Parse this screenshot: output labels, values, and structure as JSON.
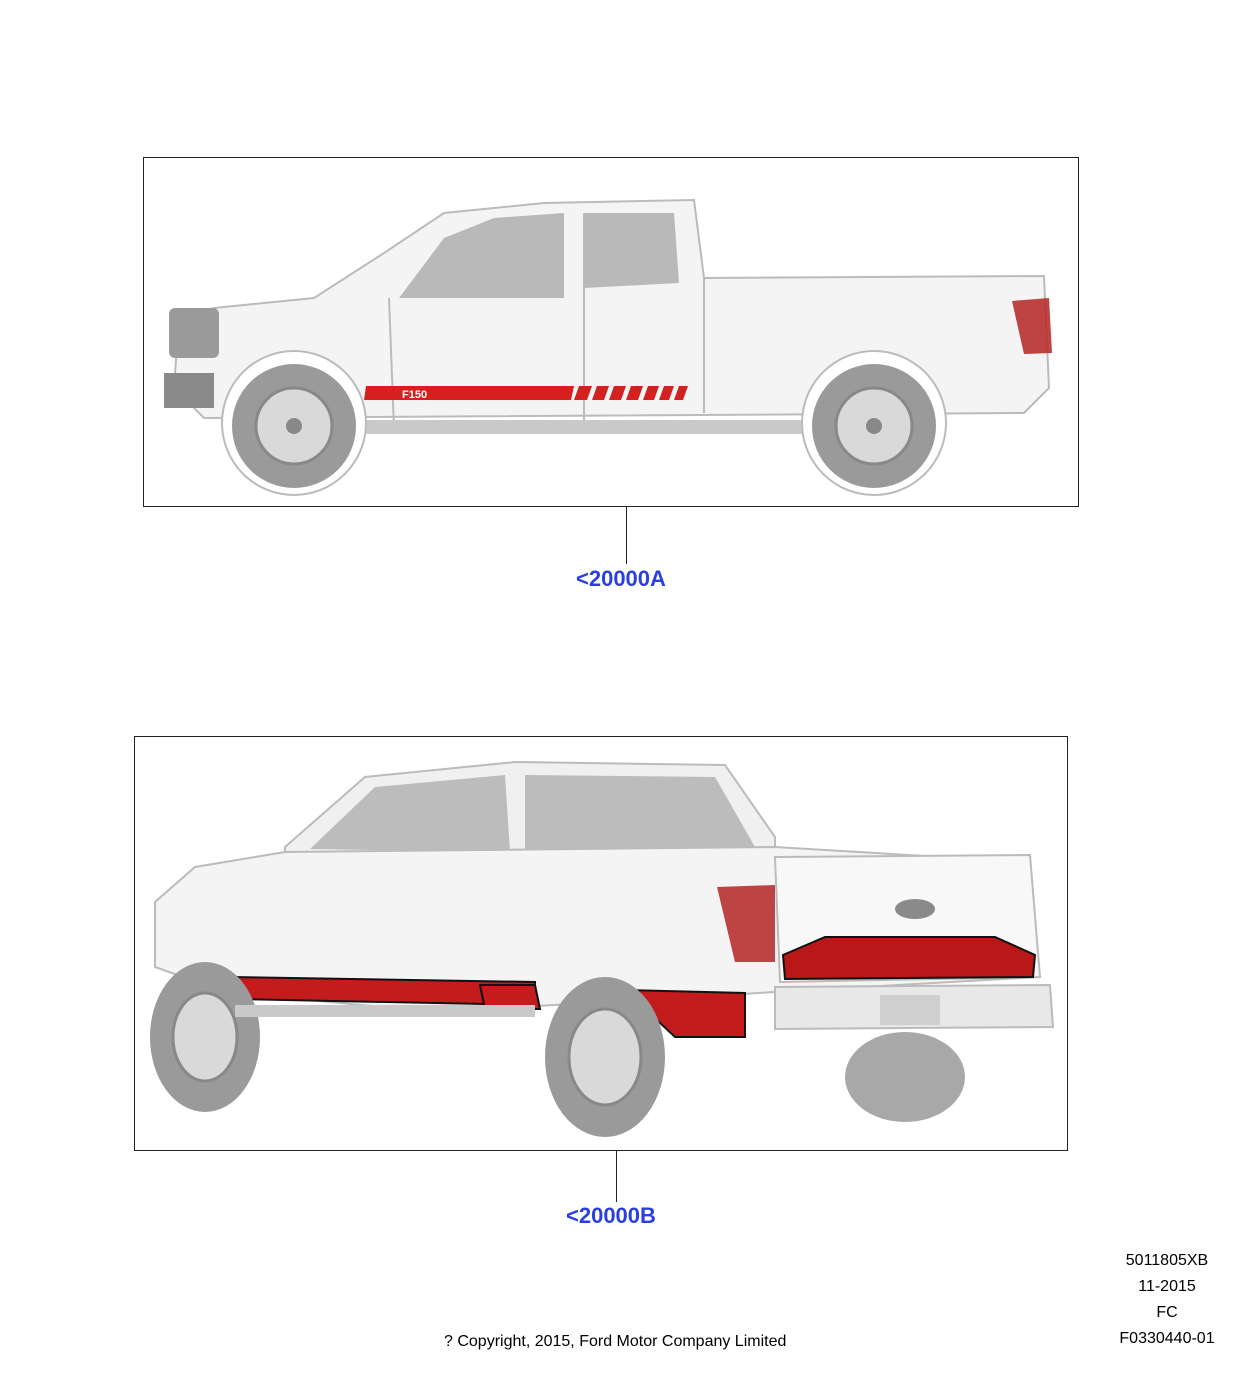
{
  "figures": [
    {
      "id": "A",
      "view": "side",
      "callout": "<20000A",
      "badge": "F150"
    },
    {
      "id": "B",
      "view": "rear-three-quarter",
      "callout": "<20000B"
    }
  ],
  "meta": {
    "part_code": "5011805XB",
    "date": "11-2015",
    "region": "FC",
    "figure_id": "F0330440-01"
  },
  "copyright": "? Copyright, 2015, Ford Motor Company Limited",
  "colors": {
    "stripe": "#d62020",
    "callout": "#2b3fe0",
    "truck_gray": "#bdbdbd"
  }
}
